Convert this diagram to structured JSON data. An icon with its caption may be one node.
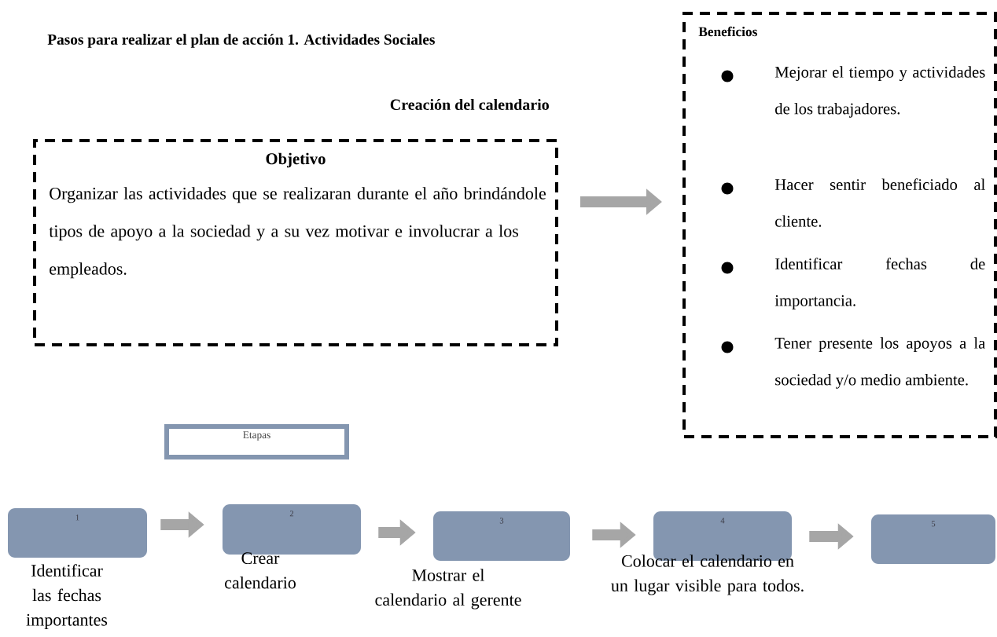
{
  "diagram": {
    "title": "Pasos para realizar el plan de acción 1. Actividades Sociales",
    "nodes": [
      {
        "text": [
          "Objetivo",
          "Organizar las actividades que se realizaran durante el año brindándole tipos de apoyo a la sociedad y a su vez motivar e involucrar a los empleados."
        ]
      },
      {
        "text": [
          "Beneficios",
          "Mejorar el tiempo y actividades de los trabajadores.",
          "Hacer sentir beneficiado al cliente.",
          "Identificar fechas de importancia.",
          "Tener presente los apoyos a la sociedad y/o medio ambiente."
        ]
      },
      {
        "text": [
          "Etapas"
        ]
      },
      {
        "text": [
          "1"
        ],
        "beside": [
          "Identificar las fechas importantes"
        ]
      },
      {
        "text": [
          "2"
        ],
        "beside": [
          "Crear calendario"
        ]
      },
      {
        "text": [
          "3"
        ],
        "beside": [
          "Mostrar el calendario al gerente"
        ]
      },
      {
        "text": [
          "4"
        ],
        "beside": [
          "Colocar el calendario en un lugar visible para todos."
        ]
      },
      {
        "text": [
          "5"
        ]
      }
    ],
    "edges": [
      {
        "from": 0,
        "to": 1,
        "arrow": "to"
      },
      {
        "from": 3,
        "to": 4,
        "arrow": "to"
      },
      {
        "from": 4,
        "to": 5,
        "arrow": "to"
      },
      {
        "from": 5,
        "to": 6,
        "arrow": "to"
      },
      {
        "from": 6,
        "to": 7,
        "arrow": "to"
      }
    ],
    "labels": [
      "Creación del calendario"
    ]
  }
}
